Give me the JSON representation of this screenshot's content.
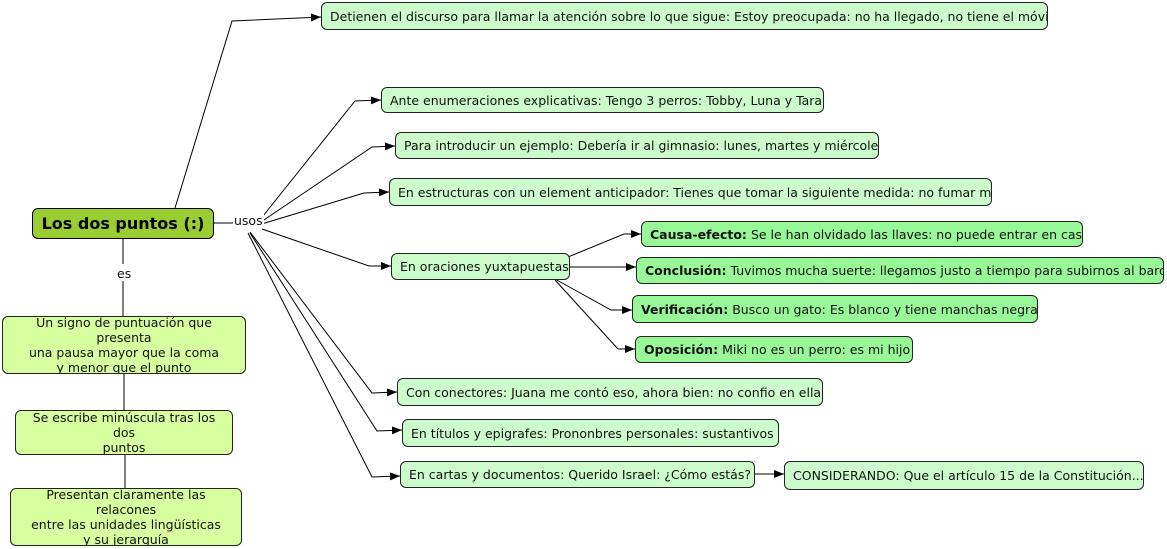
{
  "root": "Los dos puntos (:)",
  "link_labels": {
    "usos": "usos",
    "es": "es"
  },
  "top_node": "Detienen el discurso para llamar la atención sobre lo que sigue: Estoy preocupada: no ha llegado, no tiene el móvil...",
  "usos": {
    "enumeraciones": "Ante enumeraciones explicativas: Tengo 3 perros: Tobby, Luna y Tara",
    "ejemplo": "Para introducir un ejemplo: Debería ir al gimnasio: lunes, martes y miércoles",
    "anticipador": "En estructuras con un element anticipador: Tienes que tomar la siguiente medida: no fumar más",
    "yuxtapuestas": "En oraciones yuxtapuestas",
    "conectores": "Con conectores: Juana me contó eso, ahora bien: no confio en ella",
    "titulos": "En títulos y epigrafes:  Prononbres personales: sustantivos",
    "cartas": "En cartas y documentos: Querido Israel: ¿Cómo estás?",
    "considerando": "CONSIDERANDO: Que el artículo 15 de la Constitución..."
  },
  "yuxtapuestas_children": [
    {
      "term": "Causa-efecto:",
      "text": "Se le han olvidado las llaves: no puede entrar en casa"
    },
    {
      "term": "Conclusión:",
      "text": "Tuvimos mucha suerte: llegamos justo a tiempo para subirnos al barco"
    },
    {
      "term": "Verificación:",
      "text": "Busco un gato: Es blanco y tiene manchas negras"
    },
    {
      "term": "Oposición:",
      "text": "Miki no es un perro: es mi hijo"
    }
  ],
  "es": {
    "definicion": "Un signo de puntuación que presenta\nuna pausa mayor que la coma\ny menor que el punto",
    "minuscula": "Se escribe minúscula tras los dos\npuntos",
    "relaciones": "Presentan claramente las relacones\nentre las unidades lingüísticas\ny su jerarquía"
  },
  "colors": {
    "root": "#9acd32",
    "node": "#ccfccc",
    "node_dark": "#98f898",
    "node_pale": "#d8ff9f",
    "line": "#000000"
  }
}
